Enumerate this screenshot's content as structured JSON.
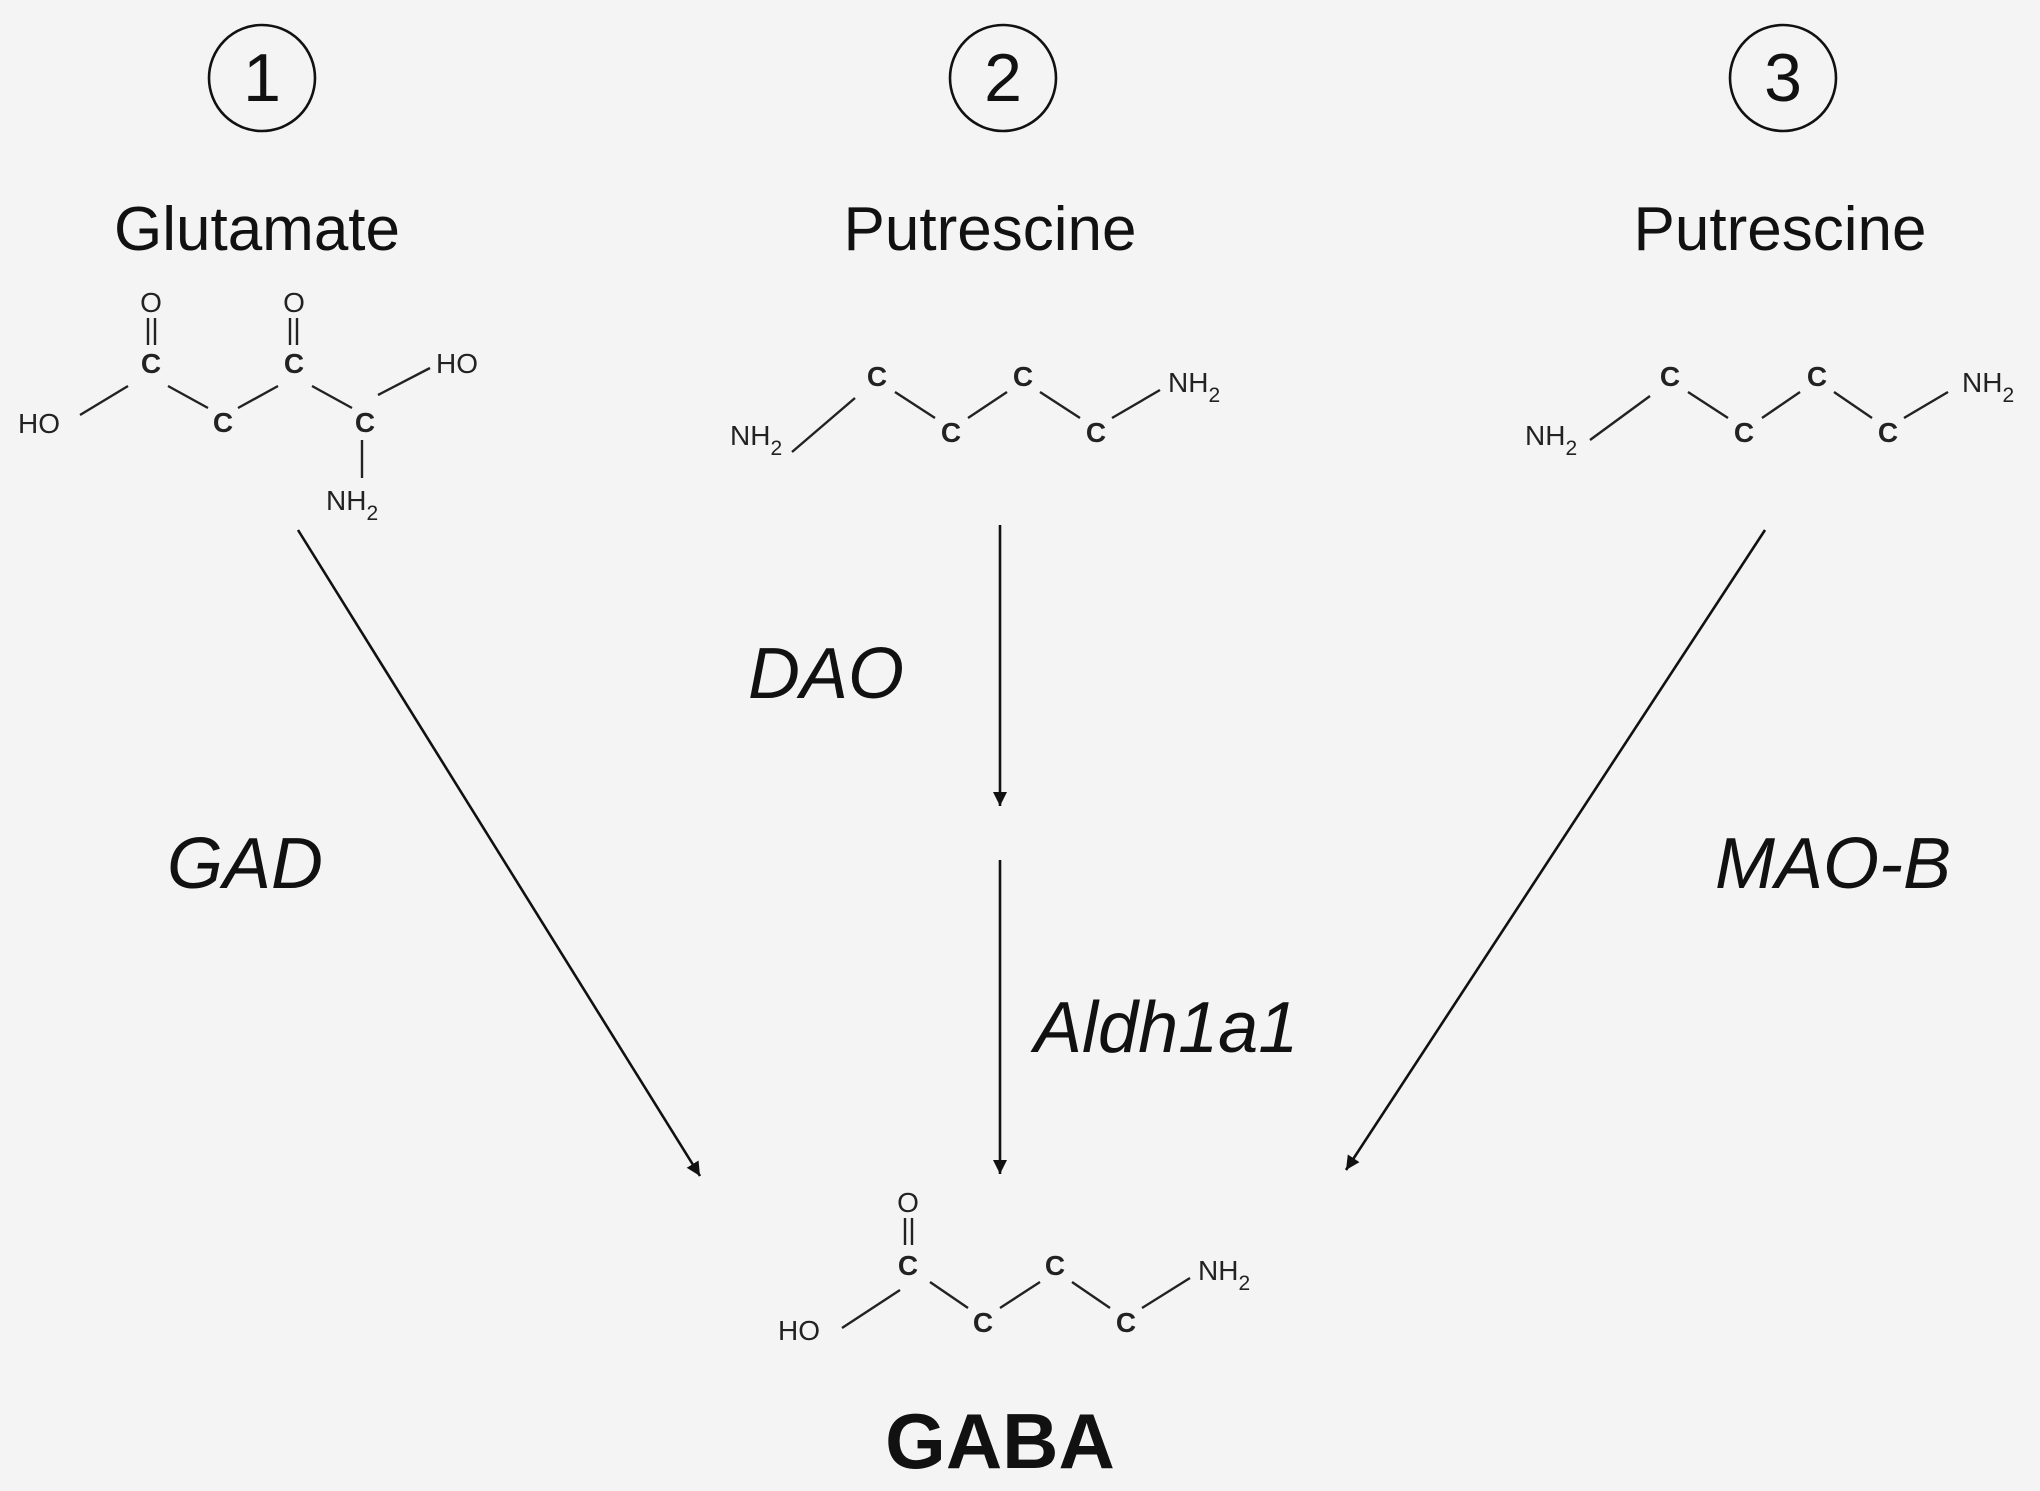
{
  "pathways": [
    {
      "number": "1",
      "substrate": "Glutamate",
      "enzyme": "GAD"
    },
    {
      "number": "2",
      "substrate": "Putrescine",
      "enzymes": [
        "DAO",
        "Aldh1a1"
      ]
    },
    {
      "number": "3",
      "substrate": "Putrescine",
      "enzyme": "MAO-B"
    }
  ],
  "product": "GABA",
  "atoms": {
    "C": "C",
    "O": "O",
    "HO": "HO",
    "NH": "NH",
    "sub2": "2"
  }
}
